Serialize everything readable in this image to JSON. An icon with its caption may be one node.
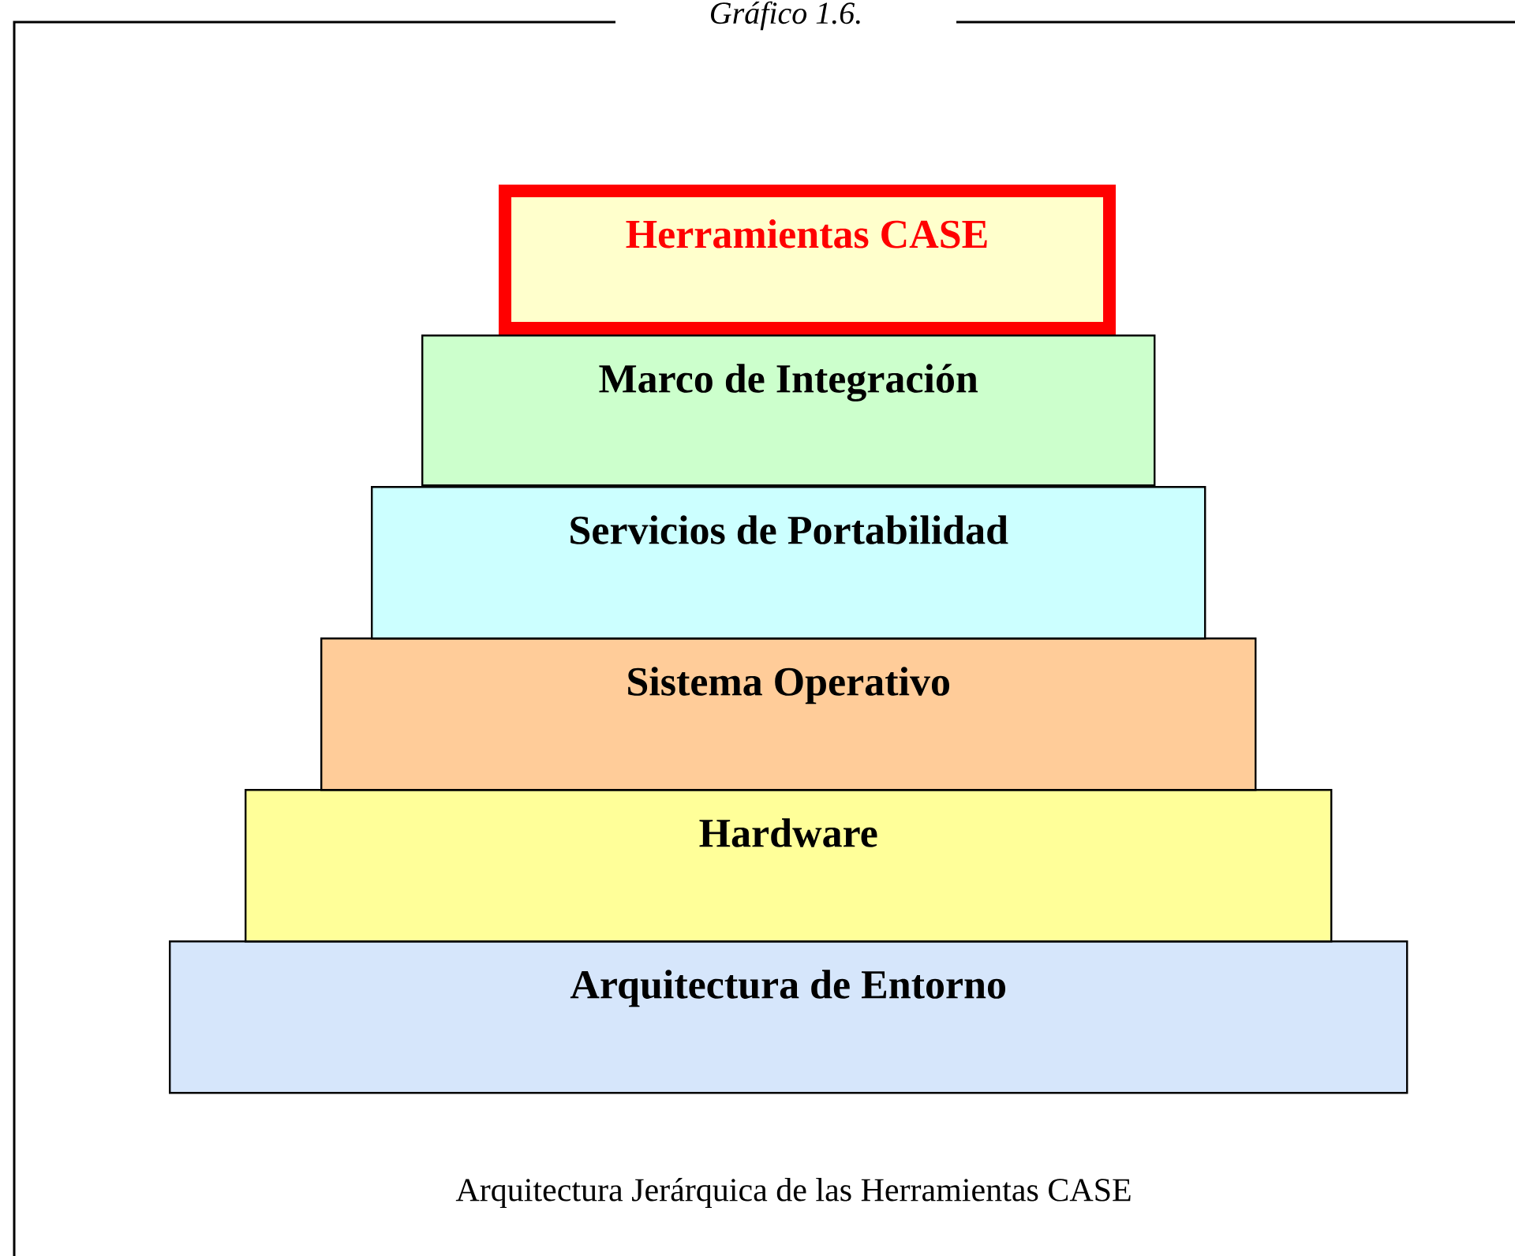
{
  "diagram": {
    "title": "Gráfico 1.6.",
    "caption": "Arquitectura Jerárquica de las Herramientas CASE",
    "nodes": [
      {
        "text": [
          "Herramientas CASE"
        ]
      },
      {
        "text": [
          "Marco de Integración"
        ]
      },
      {
        "text": [
          "Servicios de Portabilidad"
        ]
      },
      {
        "text": [
          "Sistema Operativo"
        ]
      },
      {
        "text": [
          "Hardware"
        ]
      },
      {
        "text": [
          "Arquitectura de Entorno"
        ]
      }
    ]
  }
}
